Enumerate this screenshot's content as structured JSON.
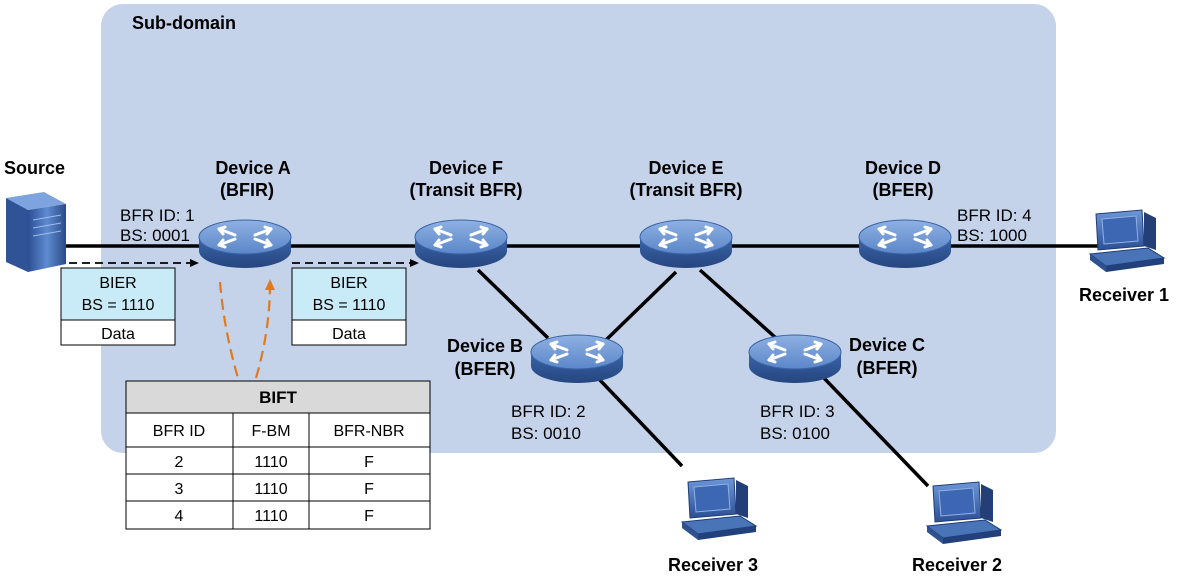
{
  "subdomain": {
    "label": "Sub-domain"
  },
  "source": {
    "label": "Source"
  },
  "devices": {
    "a": {
      "name": "Device A",
      "role": "(BFIR)",
      "bfr_id": "BFR ID: 1",
      "bs": "BS: 0001"
    },
    "f": {
      "name": "Device F",
      "role": "(Transit BFR)"
    },
    "e": {
      "name": "Device E",
      "role": "(Transit BFR)"
    },
    "d": {
      "name": "Device D",
      "role": "(BFER)",
      "bfr_id": "BFR ID: 4",
      "bs": "BS: 1000"
    },
    "b": {
      "name": "Device B",
      "role": "(BFER)",
      "bfr_id": "BFR ID: 2",
      "bs": "BS: 0010"
    },
    "c": {
      "name": "Device C",
      "role": "(BFER)",
      "bfr_id": "BFR ID: 3",
      "bs": "BS: 0100"
    }
  },
  "receivers": {
    "r1": "Receiver 1",
    "r2": "Receiver 2",
    "r3": "Receiver 3"
  },
  "packets": [
    {
      "header": "BIER",
      "bs": "BS = 1110",
      "payload": "Data"
    },
    {
      "header": "BIER",
      "bs": "BS = 1110",
      "payload": "Data"
    }
  ],
  "bift": {
    "title": "BIFT",
    "columns": [
      "BFR ID",
      "F-BM",
      "BFR-NBR"
    ],
    "rows": [
      [
        "2",
        "1110",
        "F"
      ],
      [
        "3",
        "1110",
        "F"
      ],
      [
        "4",
        "1110",
        "F"
      ]
    ]
  },
  "colors": {
    "subdomain_fill": "#c5d3ea",
    "router_body": "#4a74b8",
    "packet_header": "#c9eaf7",
    "table_header": "#d9d9d9",
    "lookup_arrow": "#e07a20"
  }
}
